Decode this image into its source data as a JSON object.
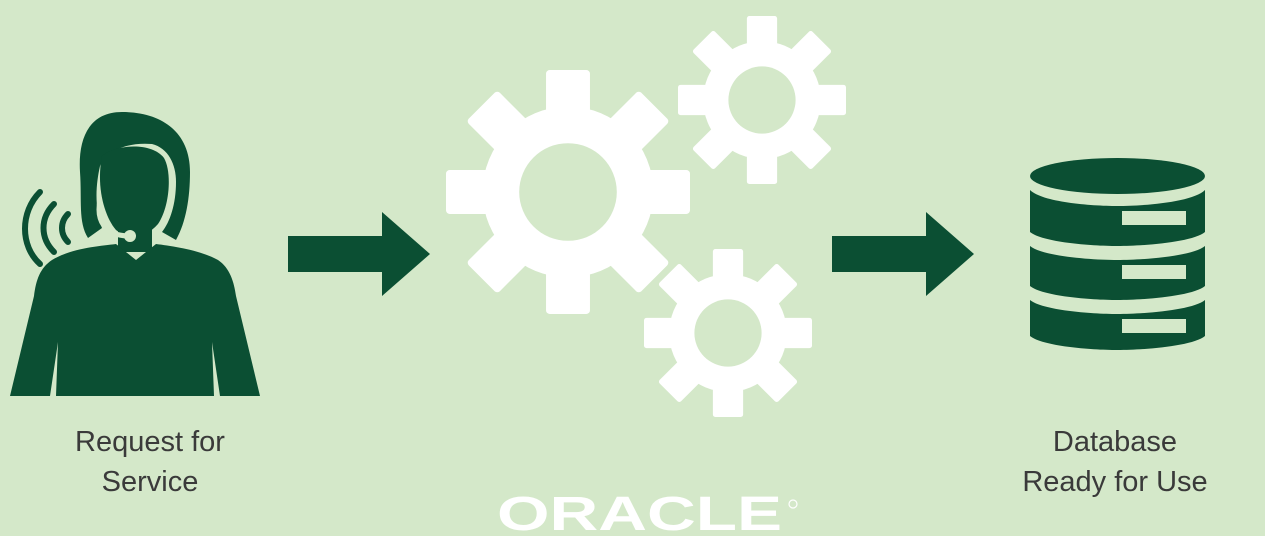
{
  "diagram": {
    "steps": [
      {
        "line1": "Request for",
        "line2": "Service",
        "icon": "person-headset-icon"
      },
      {
        "icon": "gears-icon"
      },
      {
        "line1": "Database",
        "line2": "Ready for Use",
        "icon": "database-icon"
      }
    ],
    "arrows": [
      "right-arrow-icon",
      "right-arrow-icon"
    ],
    "logo": "ORACLE"
  },
  "colors": {
    "background": "#d4e8c9",
    "dark_green": "#0b4f33",
    "white": "#ffffff",
    "label_text": "#3a3a3a"
  }
}
